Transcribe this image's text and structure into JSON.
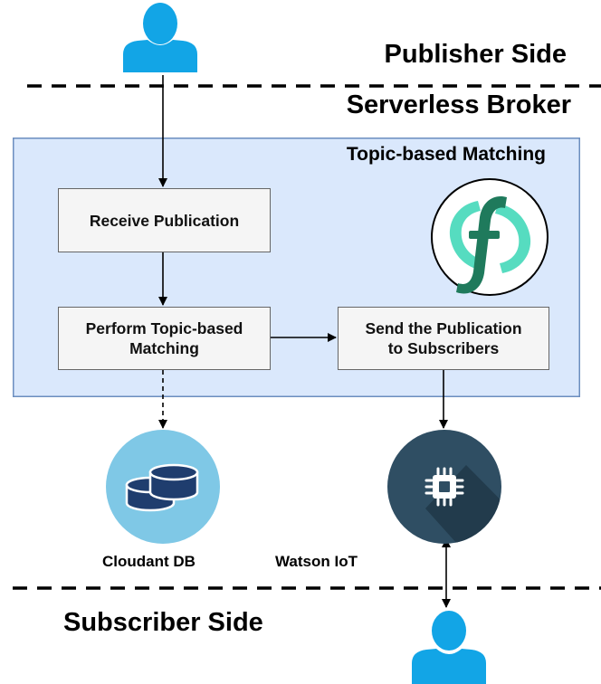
{
  "sides": {
    "publisher": "Publisher Side",
    "broker": "Serverless Broker",
    "subscriber": "Subscriber Side"
  },
  "panel": {
    "title": "Topic-based Matching"
  },
  "steps": [
    {
      "id": "receive",
      "label": "Receive Publication"
    },
    {
      "id": "match",
      "label": "Perform Topic-based\nMatching"
    },
    {
      "id": "send",
      "label": "Send the Publication\nto Subscribers"
    }
  ],
  "services": {
    "database": "Cloudant DB",
    "iot": "Watson IoT"
  },
  "icons": {
    "publisher": "user-icon",
    "subscriber": "user-icon",
    "functions": "ibm-functions-logo-icon",
    "database": "database-icon",
    "iot": "chip-icon"
  },
  "colors": {
    "user": "#12a5e6",
    "panel_fill": "#dae8fc",
    "panel_border": "#6c8ebf",
    "box_fill": "#f5f5f5",
    "db_circle": "#7fc8e6",
    "db_cylinder": "#1f3d6e",
    "iot_circle": "#2f4e63",
    "logo_light": "#56dcc0",
    "logo_dark": "#1f7a5c"
  }
}
